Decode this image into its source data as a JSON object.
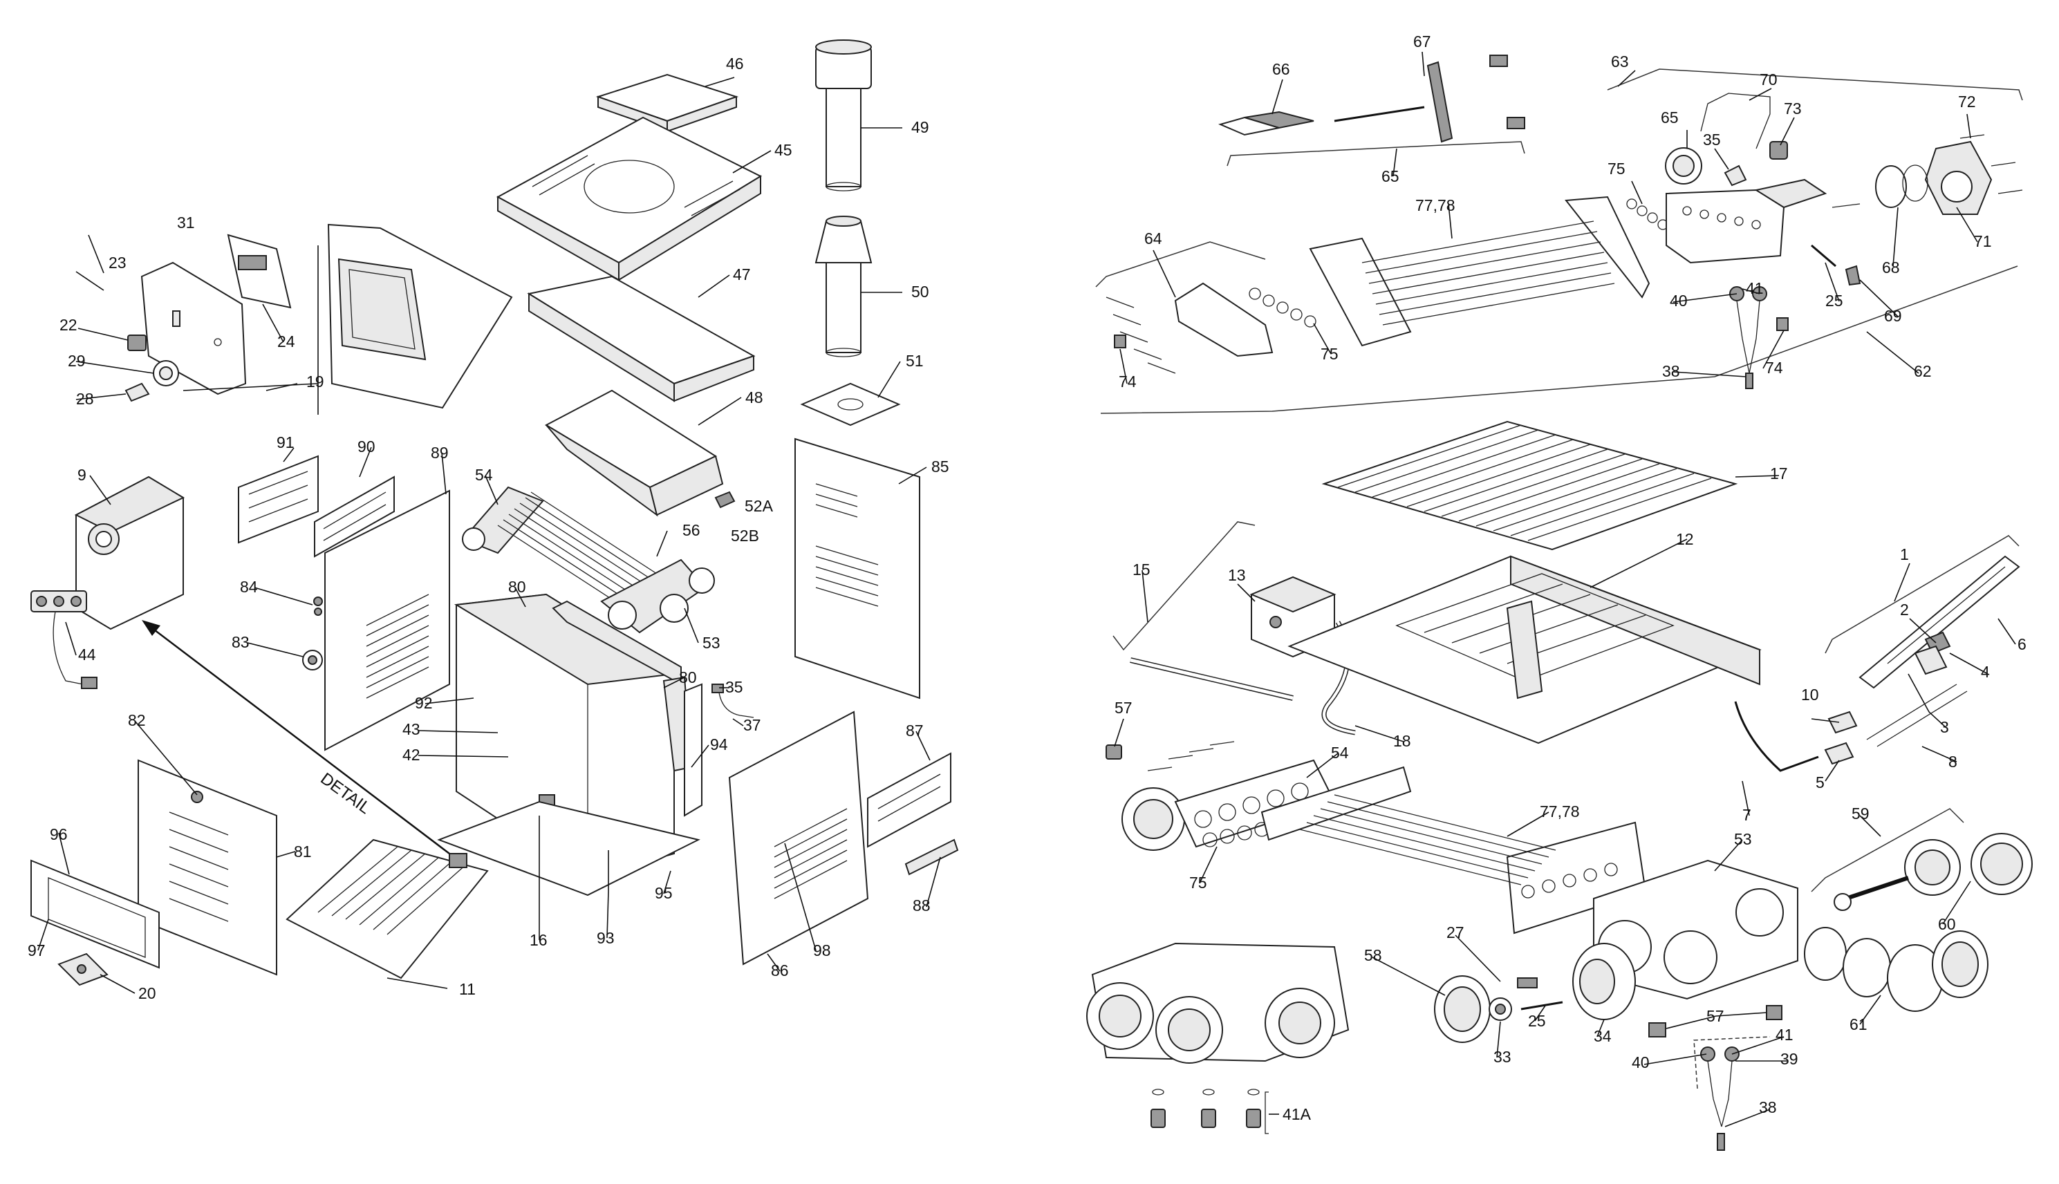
{
  "diagram": {
    "detail_label": "DETAIL",
    "labels": [
      {
        "key": "l1",
        "text": "1"
      },
      {
        "key": "l2",
        "text": "2"
      },
      {
        "key": "l3",
        "text": "3"
      },
      {
        "key": "l4",
        "text": "4"
      },
      {
        "key": "l5",
        "text": "5"
      },
      {
        "key": "l6",
        "text": "6"
      },
      {
        "key": "l7",
        "text": "7"
      },
      {
        "key": "l8",
        "text": "8"
      },
      {
        "key": "l9",
        "text": "9"
      },
      {
        "key": "l10",
        "text": "10"
      },
      {
        "key": "l11",
        "text": "11"
      },
      {
        "key": "l12",
        "text": "12"
      },
      {
        "key": "l13",
        "text": "13"
      },
      {
        "key": "l15",
        "text": "15"
      },
      {
        "key": "l16",
        "text": "16"
      },
      {
        "key": "l17",
        "text": "17"
      },
      {
        "key": "l18",
        "text": "18"
      },
      {
        "key": "l19",
        "text": "19"
      },
      {
        "key": "l20",
        "text": "20"
      },
      {
        "key": "l22",
        "text": "22"
      },
      {
        "key": "l23",
        "text": "23"
      },
      {
        "key": "l24",
        "text": "24"
      },
      {
        "key": "l25a",
        "text": "25"
      },
      {
        "key": "l25b",
        "text": "25"
      },
      {
        "key": "l27",
        "text": "27"
      },
      {
        "key": "l28",
        "text": "28"
      },
      {
        "key": "l29",
        "text": "29"
      },
      {
        "key": "l31",
        "text": "31"
      },
      {
        "key": "l33",
        "text": "33"
      },
      {
        "key": "l34",
        "text": "34"
      },
      {
        "key": "l35a",
        "text": "35"
      },
      {
        "key": "l35b",
        "text": "35"
      },
      {
        "key": "l37",
        "text": "37"
      },
      {
        "key": "l38a",
        "text": "38"
      },
      {
        "key": "l38b",
        "text": "38"
      },
      {
        "key": "l39",
        "text": "39"
      },
      {
        "key": "l40a",
        "text": "40"
      },
      {
        "key": "l40b",
        "text": "40"
      },
      {
        "key": "l41a",
        "text": "41"
      },
      {
        "key": "l41b",
        "text": "41"
      },
      {
        "key": "l41A",
        "text": "41A"
      },
      {
        "key": "l42",
        "text": "42"
      },
      {
        "key": "l43",
        "text": "43"
      },
      {
        "key": "l44",
        "text": "44"
      },
      {
        "key": "l45",
        "text": "45"
      },
      {
        "key": "l46",
        "text": "46"
      },
      {
        "key": "l47",
        "text": "47"
      },
      {
        "key": "l48",
        "text": "48"
      },
      {
        "key": "l49",
        "text": "49"
      },
      {
        "key": "l50",
        "text": "50"
      },
      {
        "key": "l51",
        "text": "51"
      },
      {
        "key": "l52A",
        "text": "52A"
      },
      {
        "key": "l52B",
        "text": "52B"
      },
      {
        "key": "l53a",
        "text": "53"
      },
      {
        "key": "l53b",
        "text": "53"
      },
      {
        "key": "l54a",
        "text": "54"
      },
      {
        "key": "l54b",
        "text": "54"
      },
      {
        "key": "l56",
        "text": "56"
      },
      {
        "key": "l57a",
        "text": "57"
      },
      {
        "key": "l57b",
        "text": "57"
      },
      {
        "key": "l58",
        "text": "58"
      },
      {
        "key": "l59",
        "text": "59"
      },
      {
        "key": "l60",
        "text": "60"
      },
      {
        "key": "l61",
        "text": "61"
      },
      {
        "key": "l62",
        "text": "62"
      },
      {
        "key": "l63",
        "text": "63"
      },
      {
        "key": "l64",
        "text": "64"
      },
      {
        "key": "l65a",
        "text": "65"
      },
      {
        "key": "l65b",
        "text": "65"
      },
      {
        "key": "l66",
        "text": "66"
      },
      {
        "key": "l67",
        "text": "67"
      },
      {
        "key": "l68",
        "text": "68"
      },
      {
        "key": "l69",
        "text": "69"
      },
      {
        "key": "l70",
        "text": "70"
      },
      {
        "key": "l71",
        "text": "71"
      },
      {
        "key": "l72",
        "text": "72"
      },
      {
        "key": "l73",
        "text": "73"
      },
      {
        "key": "l74a",
        "text": "74"
      },
      {
        "key": "l74b",
        "text": "74"
      },
      {
        "key": "l75a",
        "text": "75"
      },
      {
        "key": "l75b",
        "text": "75"
      },
      {
        "key": "l75c",
        "text": "75"
      },
      {
        "key": "l7778a",
        "text": "77,78"
      },
      {
        "key": "l7778b",
        "text": "77,78"
      },
      {
        "key": "l80a",
        "text": "80"
      },
      {
        "key": "l80b",
        "text": "80"
      },
      {
        "key": "l81",
        "text": "81"
      },
      {
        "key": "l82",
        "text": "82"
      },
      {
        "key": "l83",
        "text": "83"
      },
      {
        "key": "l84",
        "text": "84"
      },
      {
        "key": "l85",
        "text": "85"
      },
      {
        "key": "l86",
        "text": "86"
      },
      {
        "key": "l87",
        "text": "87"
      },
      {
        "key": "l88",
        "text": "88"
      },
      {
        "key": "l89",
        "text": "89"
      },
      {
        "key": "l90",
        "text": "90"
      },
      {
        "key": "l91",
        "text": "91"
      },
      {
        "key": "l92",
        "text": "92"
      },
      {
        "key": "l93",
        "text": "93"
      },
      {
        "key": "l94",
        "text": "94"
      },
      {
        "key": "l95",
        "text": "95"
      },
      {
        "key": "l96",
        "text": "96"
      },
      {
        "key": "l97",
        "text": "97"
      },
      {
        "key": "l98",
        "text": "98"
      }
    ]
  }
}
